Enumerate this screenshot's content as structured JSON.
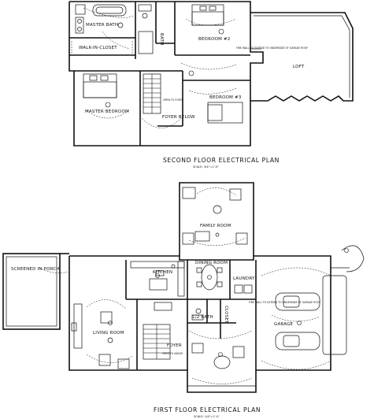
{
  "titles": {
    "second_floor": "SECOND FLOOR ELECTRICAL PLAN",
    "second_scale": "SCALE: 3/4\"=1'-0\"",
    "first_floor": "FIRST FLOOR ELECTRICAL PLAN",
    "first_scale": "SCALE: 1/4\"=1'-0\""
  },
  "second_floor_rooms": {
    "master_bath": "MASTER BATH",
    "walk_in_closet": "WALK-IN-CLOSET",
    "bath": "BATH",
    "bedroom2": "BEDROOM #2",
    "bedroom3": "BEDROOM #3",
    "loft": "LOFT",
    "master_bedroom": "MASTER BEDROOM",
    "foyer_below": "FOYER BELOW",
    "open_to_foyer": "OPEN TO FOYER",
    "garage_note": "FIRE WALL TO EXTEND TO UNDERSIDE OF GARAGE ROOF"
  },
  "first_floor_rooms": {
    "screened_porch": "SCREENED IN PORCH",
    "family_room": "FAMILY ROOM",
    "kitchen": "KITCHEN",
    "dining_room": "DINING ROOM",
    "laundry": "LAUNDRY",
    "living_room": "LIVING ROOM",
    "half_bath": "1/2 BATH",
    "closet": "CLOSET",
    "foyer": "FOYER",
    "open_to_above": "OPEN TO ABOVE",
    "garage": "GARAGE",
    "garage_note": "FIRE WALL TO EXTEND TO UNDERSIDE OF GARAGE ROOF"
  }
}
